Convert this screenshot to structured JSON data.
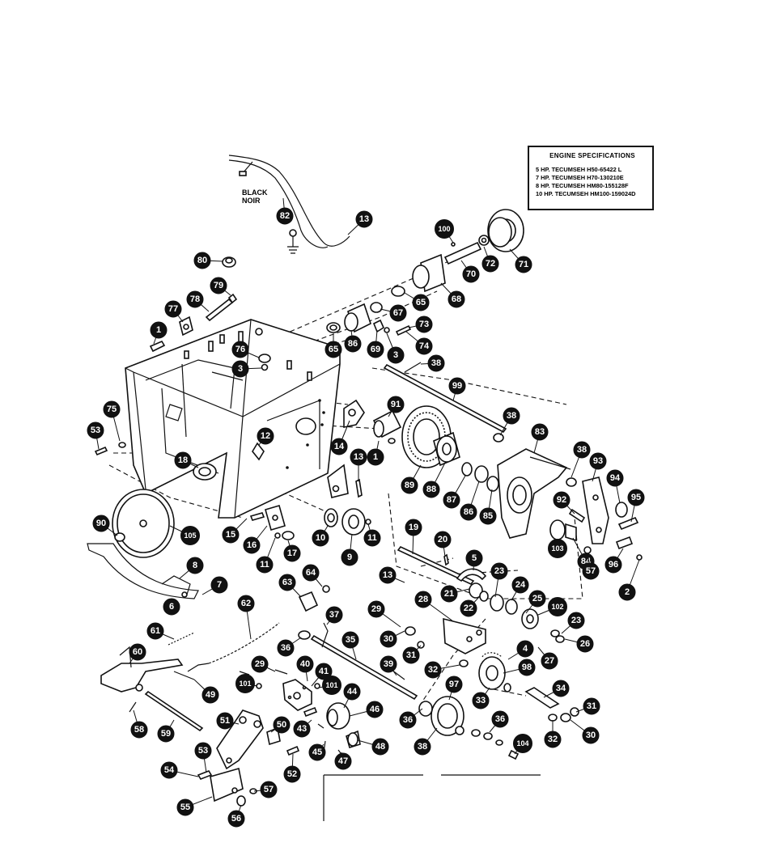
{
  "engine_specifications": {
    "title": "ENGINE SPECIFICATIONS",
    "lines": [
      "5 HP. TECUMSEH H50-65422 L",
      "7 HP. TECUMSEH H70-130210E",
      "8 HP. TECUMSEH HM80-155128F",
      "10 HP. TECUMSEH HM100-159024D"
    ]
  },
  "wire_label": {
    "line1": "BLACK",
    "line2": "NOIR"
  },
  "callouts": [
    {
      "id": "82",
      "label": "82"
    },
    {
      "id": "13",
      "label": "13"
    },
    {
      "id": "100",
      "label": "100"
    },
    {
      "id": "72",
      "label": "72"
    },
    {
      "id": "71",
      "label": "71"
    },
    {
      "id": "70",
      "label": "70"
    },
    {
      "id": "68",
      "label": "68"
    },
    {
      "id": "65",
      "label": "65"
    },
    {
      "id": "67",
      "label": "67"
    },
    {
      "id": "73",
      "label": "73"
    },
    {
      "id": "74",
      "label": "74"
    },
    {
      "id": "3",
      "label": "3"
    },
    {
      "id": "69",
      "label": "69"
    },
    {
      "id": "86",
      "label": "86"
    },
    {
      "id": "65b",
      "label": "65"
    },
    {
      "id": "38",
      "label": "38"
    },
    {
      "id": "80",
      "label": "80"
    },
    {
      "id": "79",
      "label": "79"
    },
    {
      "id": "78",
      "label": "78"
    },
    {
      "id": "77",
      "label": "77"
    },
    {
      "id": "1",
      "label": "1"
    },
    {
      "id": "76",
      "label": "76"
    },
    {
      "id": "3b",
      "label": "3"
    },
    {
      "id": "99",
      "label": "99"
    },
    {
      "id": "75",
      "label": "75"
    },
    {
      "id": "53",
      "label": "53"
    },
    {
      "id": "91",
      "label": "91"
    },
    {
      "id": "38b",
      "label": "38"
    },
    {
      "id": "83",
      "label": "83"
    },
    {
      "id": "12",
      "label": "12"
    },
    {
      "id": "14",
      "label": "14"
    },
    {
      "id": "13b",
      "label": "13"
    },
    {
      "id": "1b",
      "label": "1"
    },
    {
      "id": "18",
      "label": "18"
    },
    {
      "id": "89",
      "label": "89"
    },
    {
      "id": "88",
      "label": "88"
    },
    {
      "id": "87",
      "label": "87"
    },
    {
      "id": "86b",
      "label": "86"
    },
    {
      "id": "85",
      "label": "85"
    },
    {
      "id": "38c",
      "label": "38"
    },
    {
      "id": "93",
      "label": "93"
    },
    {
      "id": "94",
      "label": "94"
    },
    {
      "id": "95",
      "label": "95"
    },
    {
      "id": "92",
      "label": "92"
    },
    {
      "id": "90",
      "label": "90"
    },
    {
      "id": "105",
      "label": "105"
    },
    {
      "id": "15",
      "label": "15"
    },
    {
      "id": "16",
      "label": "16"
    },
    {
      "id": "17",
      "label": "17"
    },
    {
      "id": "10",
      "label": "10"
    },
    {
      "id": "11",
      "label": "11"
    },
    {
      "id": "11b",
      "label": "11"
    },
    {
      "id": "9",
      "label": "9"
    },
    {
      "id": "19",
      "label": "19"
    },
    {
      "id": "20",
      "label": "20"
    },
    {
      "id": "103",
      "label": "103"
    },
    {
      "id": "84",
      "label": "84"
    },
    {
      "id": "57",
      "label": "57"
    },
    {
      "id": "96",
      "label": "96"
    },
    {
      "id": "2",
      "label": "2"
    },
    {
      "id": "8",
      "label": "8"
    },
    {
      "id": "7",
      "label": "7"
    },
    {
      "id": "6",
      "label": "6"
    },
    {
      "id": "64",
      "label": "64"
    },
    {
      "id": "63",
      "label": "63"
    },
    {
      "id": "13c",
      "label": "13"
    },
    {
      "id": "5",
      "label": "5"
    },
    {
      "id": "23",
      "label": "23"
    },
    {
      "id": "24",
      "label": "24"
    },
    {
      "id": "21",
      "label": "21"
    },
    {
      "id": "22",
      "label": "22"
    },
    {
      "id": "25",
      "label": "25"
    },
    {
      "id": "102",
      "label": "102"
    },
    {
      "id": "62",
      "label": "62"
    },
    {
      "id": "37",
      "label": "37"
    },
    {
      "id": "29",
      "label": "29"
    },
    {
      "id": "28",
      "label": "28"
    },
    {
      "id": "23b",
      "label": "23"
    },
    {
      "id": "26",
      "label": "26"
    },
    {
      "id": "61",
      "label": "61"
    },
    {
      "id": "36",
      "label": "36"
    },
    {
      "id": "35",
      "label": "35"
    },
    {
      "id": "30",
      "label": "30"
    },
    {
      "id": "31",
      "label": "31"
    },
    {
      "id": "27",
      "label": "27"
    },
    {
      "id": "4",
      "label": "4"
    },
    {
      "id": "60",
      "label": "60"
    },
    {
      "id": "39",
      "label": "39"
    },
    {
      "id": "32",
      "label": "32"
    },
    {
      "id": "98",
      "label": "98"
    },
    {
      "id": "40",
      "label": "40"
    },
    {
      "id": "29b",
      "label": "29"
    },
    {
      "id": "41",
      "label": "41"
    },
    {
      "id": "33",
      "label": "33"
    },
    {
      "id": "97",
      "label": "97"
    },
    {
      "id": "101",
      "label": "101"
    },
    {
      "id": "101b",
      "label": "101"
    },
    {
      "id": "44",
      "label": "44"
    },
    {
      "id": "34",
      "label": "34"
    },
    {
      "id": "49",
      "label": "49"
    },
    {
      "id": "46",
      "label": "46"
    },
    {
      "id": "31b",
      "label": "31"
    },
    {
      "id": "36b",
      "label": "36"
    },
    {
      "id": "51",
      "label": "51"
    },
    {
      "id": "50",
      "label": "50"
    },
    {
      "id": "43",
      "label": "43"
    },
    {
      "id": "36c",
      "label": "36"
    },
    {
      "id": "58",
      "label": "58"
    },
    {
      "id": "59",
      "label": "59"
    },
    {
      "id": "32b",
      "label": "32"
    },
    {
      "id": "30b",
      "label": "30"
    },
    {
      "id": "38d",
      "label": "38"
    },
    {
      "id": "45",
      "label": "45"
    },
    {
      "id": "48",
      "label": "48"
    },
    {
      "id": "104",
      "label": "104"
    },
    {
      "id": "47",
      "label": "47"
    },
    {
      "id": "53b",
      "label": "53"
    },
    {
      "id": "52",
      "label": "52"
    },
    {
      "id": "54",
      "label": "54"
    },
    {
      "id": "57b",
      "label": "57"
    },
    {
      "id": "55",
      "label": "55"
    },
    {
      "id": "56",
      "label": "56"
    }
  ]
}
